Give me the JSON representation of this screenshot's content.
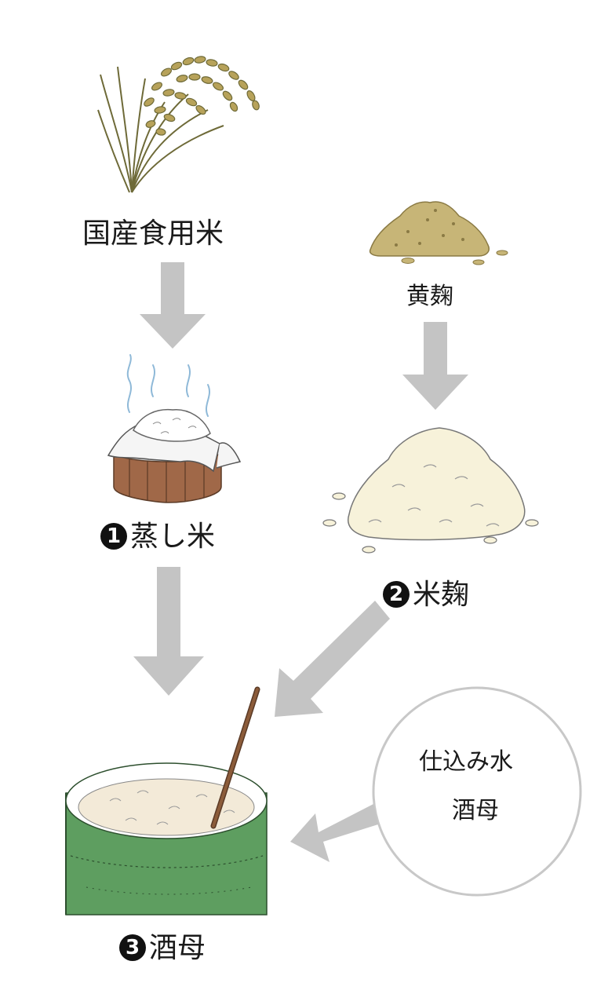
{
  "nodes": {
    "rice": {
      "label": "国産食用米"
    },
    "yellow_koji": {
      "label": "黄麹"
    },
    "steamed_rice": {
      "number": "1",
      "label": "蒸し米"
    },
    "rice_koji": {
      "number": "2",
      "label": "米麹"
    },
    "shubo": {
      "number": "3",
      "label": "酒母"
    },
    "additions": {
      "line1": "仕込み水",
      "line2": "酒母"
    }
  },
  "colors": {
    "arrow": "#c4c4c4",
    "tub_wood": "#a06848",
    "barrel_green": "#5e9e60",
    "koji_powder": "#c7b577",
    "rice_koji_fill": "#f7f2da",
    "circle_stroke": "#c8c8c8",
    "steam": "#8fb9d8"
  },
  "icons": [
    "rice-plant-icon",
    "yellow-koji-powder-icon",
    "steamed-rice-tub-icon",
    "rice-koji-pile-icon",
    "shubo-barrel-icon"
  ]
}
